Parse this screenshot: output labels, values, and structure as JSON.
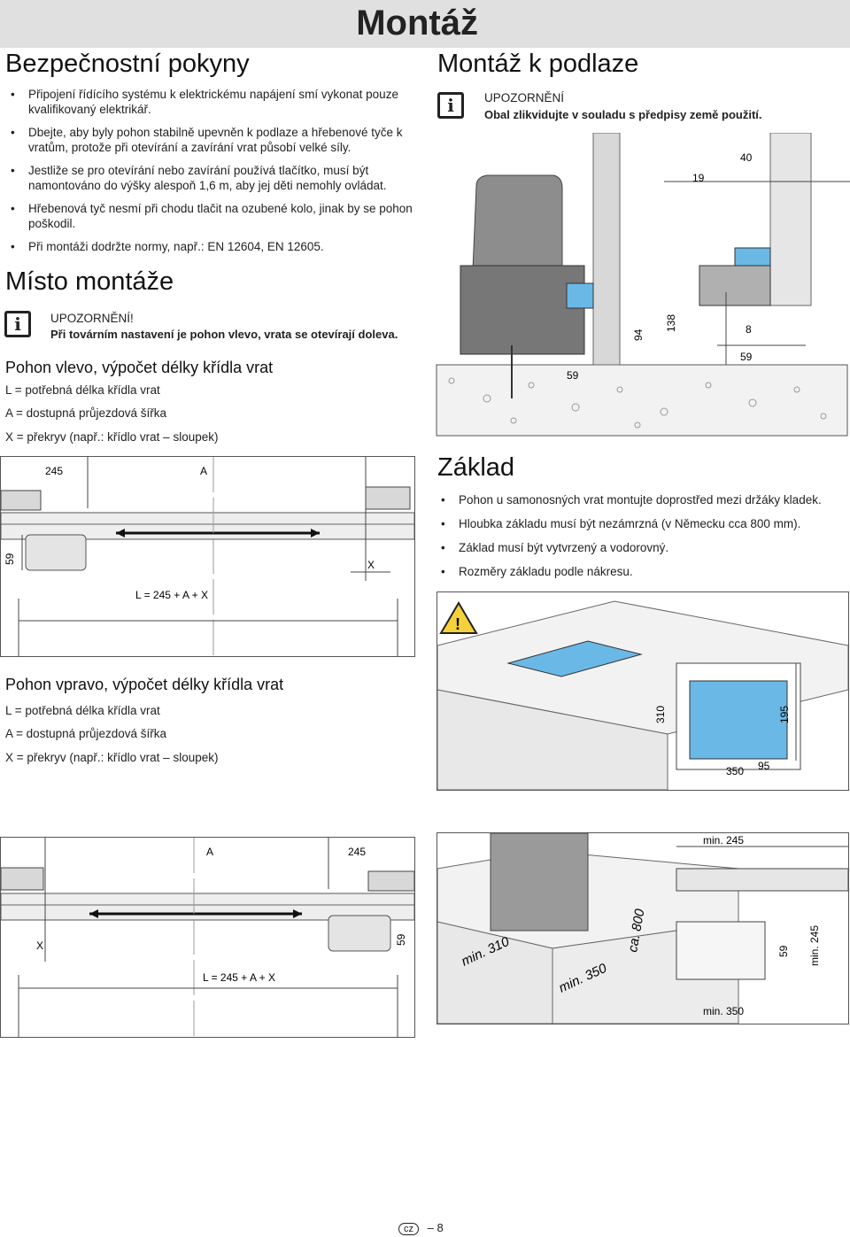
{
  "header": {
    "title": "Montáž"
  },
  "safety": {
    "title": "Bezpečnostní pokyny",
    "items": [
      "Připojení řídícího systému k elektrickému napájení smí vykonat pouze kvalifikovaný elektrikář.",
      "Dbejte, aby byly pohon stabilně upevněn k podlaze a hřebenové tyče k vratům, protože při otevírání a zavírání vrat působí velké síly.",
      "Jestliže se pro otevírání nebo zavírání používá tlačítko, musí být namontováno do výšky alespoň 1,6 m, aby jej děti nemohly ovládat.",
      "Hřebenová tyč nesmí při chodu tlačit na ozubené kolo, jinak by se pohon poškodil.",
      "Při montáži dodržte normy, např.: EN 12604, EN 12605."
    ]
  },
  "site": {
    "title": "Místo montáže",
    "note_title": "UPOZORNĚNÍ!",
    "note_text": "Při továrním nastavení je pohon vlevo, vrata se otevírají doleva."
  },
  "left_calc": {
    "title": "Pohon vlevo, výpočet délky křídla vrat",
    "lines": [
      "L = potřebná délka křídla vrat",
      "A = dostupná průjezdová šířka",
      "X = překryv (např.: křídlo vrat – sloupek)"
    ],
    "dims": {
      "d245": "245",
      "a": "A",
      "x": "X",
      "d59": "59",
      "formula": "L = 245 + A + X"
    }
  },
  "right_calc": {
    "title": "Pohon vpravo, výpočet délky křídla vrat",
    "lines": [
      "L = potřebná délka křídla vrat",
      "A = dostupná průjezdová šířka",
      "X = překryv (např.: křídlo vrat – sloupek)"
    ],
    "dims": {
      "a": "A",
      "d245": "245",
      "x": "X",
      "d59": "59",
      "formula": "L = 245 + A + X"
    }
  },
  "floor": {
    "title": "Montáž k podlaze",
    "note_title": "UPOZORNĚNÍ",
    "note_text": "Obal zlikvidujte v souladu s předpisy země použití.",
    "dims": {
      "d40": "40",
      "d19": "19",
      "d94": "94",
      "d138": "138",
      "d8": "8",
      "d59a": "59",
      "d59b": "59"
    }
  },
  "foundation": {
    "title": "Základ",
    "items": [
      "Pohon u samonosných vrat montujte doprostřed mezi držáky kladek.",
      "Hloubka základu musí být nezámrzná (v Německu cca 800 mm).",
      "Základ musí být vytvrzený a vodorovný.",
      "Rozměry základu podle nákresu."
    ],
    "dims": {
      "d310": "310",
      "d195": "195",
      "d350": "350",
      "d95": "95"
    },
    "dims2": {
      "min245": "min. 245",
      "min310": "min. 310",
      "min350": "min. 350",
      "ca800": "ca. 800",
      "d59": "59",
      "min245v": "min. 245",
      "min350b": "min. 350"
    }
  },
  "footer": {
    "lang": "cz",
    "page": "– 8"
  },
  "colors": {
    "accent_blue": "#6ab8e6",
    "gray": "#9a9a9a",
    "concrete": "#f2f2f2"
  }
}
